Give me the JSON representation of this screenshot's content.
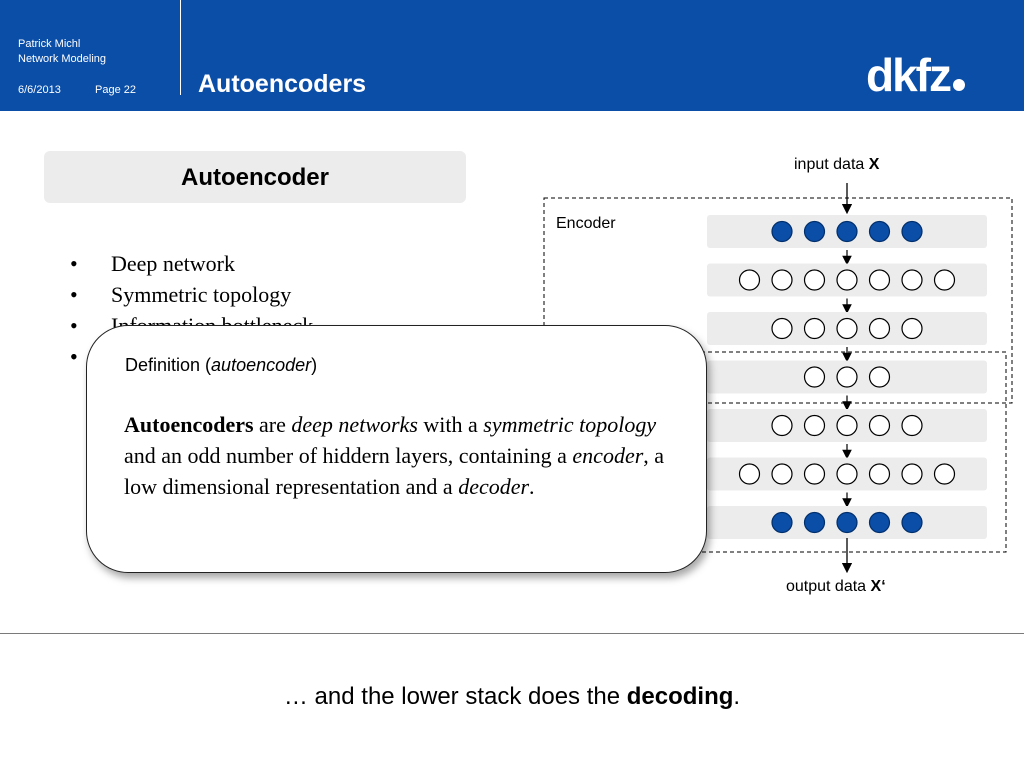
{
  "header": {
    "author": "Patrick Michl",
    "subject": "Network Modeling",
    "date": "6/6/2013",
    "page": "Page 22",
    "title": "Autoencoders",
    "logo_text": "dkfz",
    "background_color": "#0b4ea8"
  },
  "slide": {
    "box_title": "Autoencoder",
    "bullets": [
      "Deep network",
      "Symmetric topology",
      "Information bottleneck",
      "",
      ""
    ]
  },
  "definition": {
    "title_prefix": "Definition (",
    "title_term": "autoencoder",
    "title_suffix": ")",
    "term": "Autoencoders",
    "t1": " are ",
    "i1": "deep networks",
    "t2": " with a ",
    "i2": "symmetric topology",
    "t3": " and an odd number of hiddern layers, containing a ",
    "i3": "encoder",
    "t4": ", a low dimensional representation and a ",
    "i4": "decoder",
    "t5": "."
  },
  "diagram": {
    "input_label": "input data ",
    "input_symbol": "X",
    "output_label": "output data ",
    "output_symbol": "X‘",
    "encoder_label": "Encoder",
    "layer_node_counts": [
      5,
      7,
      5,
      3,
      5,
      7,
      5
    ],
    "filled_layers": [
      0,
      6
    ],
    "node_fill_color": "#0b4ea8"
  },
  "footer": {
    "prefix": "… and the lower stack does the ",
    "emphasis": "decoding",
    "suffix": "."
  }
}
